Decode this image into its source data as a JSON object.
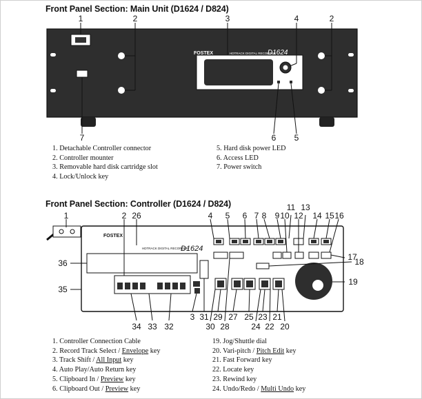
{
  "main_unit": {
    "title": "Front Panel Section: Main Unit (D1624 / D824)",
    "brand": "FOSTEX",
    "product_label": "HDTRACK DIGITAL RECORDER",
    "model_display": "D1624",
    "callouts": [
      "1",
      "2",
      "3",
      "4",
      "2",
      "7",
      "6",
      "5"
    ],
    "legend_left": [
      "1. Detachable Controller connector",
      "2. Controller mounter",
      "3. Removable hard disk cartridge slot",
      "4. Lock/Unlock key"
    ],
    "legend_right": [
      "5. Hard disk power LED",
      "6. Access LED",
      "7. Power switch"
    ]
  },
  "controller": {
    "title": "Front Panel Section: Controller (D1624 / D824)",
    "brand": "FOSTEX",
    "product_label": "HDTRACK DIGITAL RECORDER",
    "model_display": "D1624",
    "callouts_top": [
      "1",
      "2",
      "26",
      "4",
      "5",
      "6",
      "7",
      "8",
      "9",
      "10",
      "11",
      "12",
      "13",
      "14",
      "15",
      "16"
    ],
    "callouts_side": [
      "36",
      "35",
      "17",
      "18",
      "19"
    ],
    "callouts_bottom": [
      "34",
      "33",
      "32",
      "3",
      "31",
      "29",
      "30",
      "28",
      "27",
      "25",
      "24",
      "23",
      "22",
      "21",
      "20"
    ],
    "legend_left": [
      {
        "n": "1.",
        "a": "Controller Connection Cable",
        "b": "",
        "sep": ""
      },
      {
        "n": "2.",
        "a": "Record Track Select",
        "b": "Envelope",
        "sep": " / ",
        "c": " key"
      },
      {
        "n": "3.",
        "a": "Track Shift",
        "b": "All Input",
        "sep": " / ",
        "c": " key"
      },
      {
        "n": "4.",
        "a": "Auto Play/Auto Return key",
        "b": "",
        "sep": ""
      },
      {
        "n": "5.",
        "a": "Clipboard In",
        "b": "Preview",
        "sep": " / ",
        "c": " key"
      },
      {
        "n": "6.",
        "a": "Clipboard Out",
        "b": "Preview",
        "sep": " / ",
        "c": " key"
      }
    ],
    "legend_right": [
      {
        "n": "19.",
        "a": "Jog/Shuttle dial",
        "b": "",
        "sep": ""
      },
      {
        "n": "20.",
        "a": "Vari-pitch",
        "b": "Pitch Edit",
        "sep": " / ",
        "c": " key"
      },
      {
        "n": "21.",
        "a": "Fast Forward key",
        "b": "",
        "sep": ""
      },
      {
        "n": "22.",
        "a": "Locate key",
        "b": "",
        "sep": ""
      },
      {
        "n": "23.",
        "a": "Rewind key",
        "b": "",
        "sep": ""
      },
      {
        "n": "24.",
        "a": "Undo/Redo",
        "b": "Multi Undo",
        "sep": " / ",
        "c": " key"
      }
    ]
  }
}
